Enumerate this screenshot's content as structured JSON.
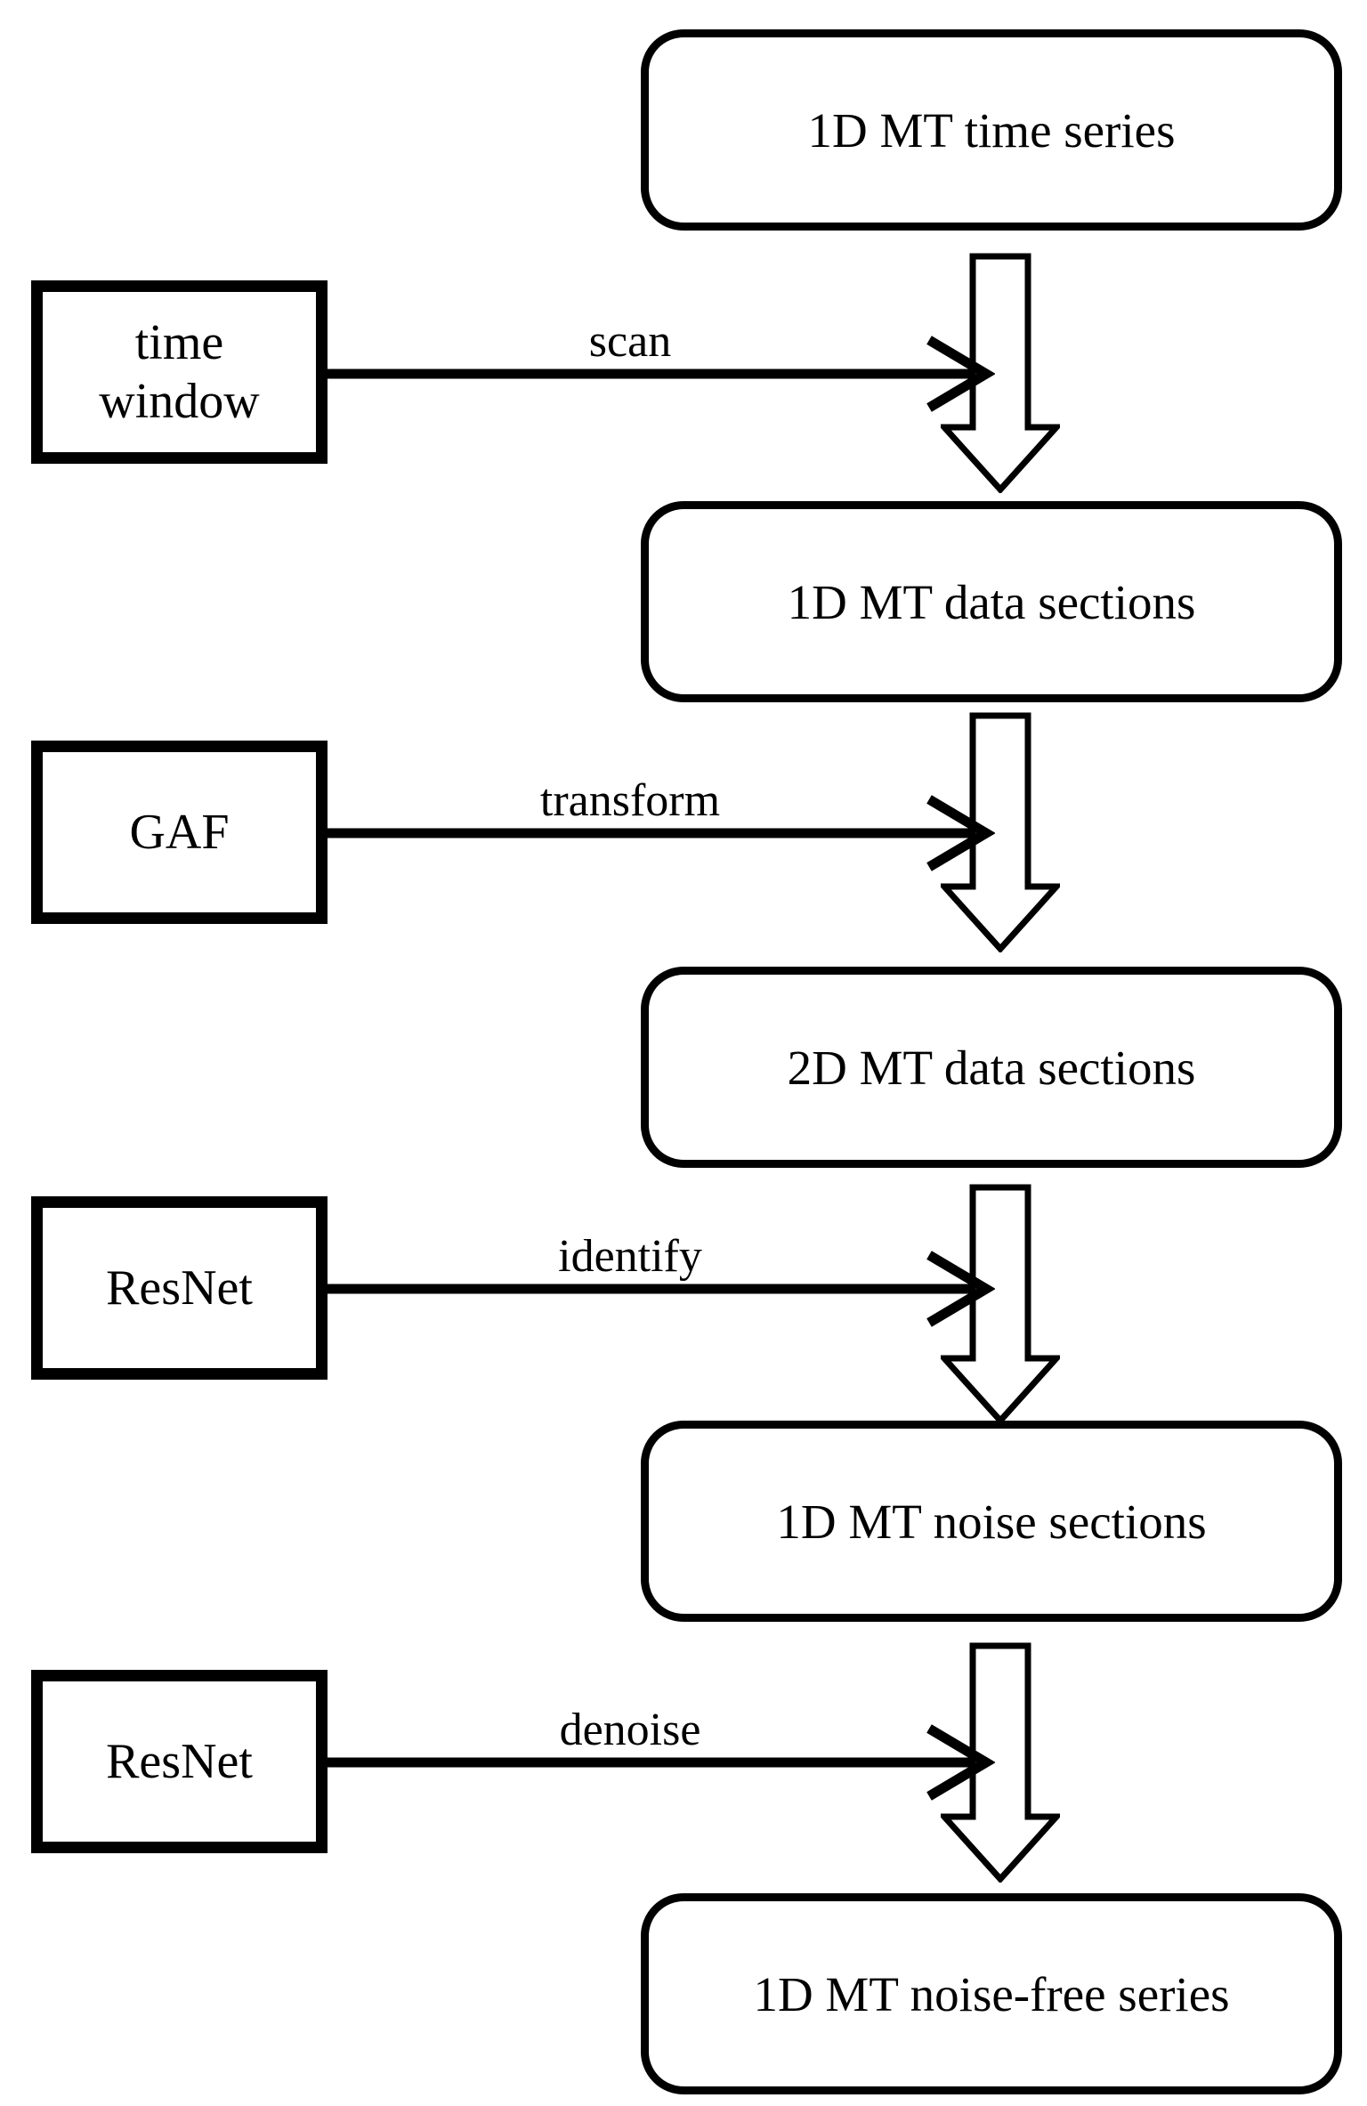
{
  "figure": {
    "type": "flowchart",
    "colors": {
      "background": "#ffffff",
      "line": "#000000",
      "shape_fill": "#ffffff"
    },
    "stages": [
      {
        "label": "1D MT time series"
      },
      {
        "label": "1D MT data sections"
      },
      {
        "label": "2D MT data sections"
      },
      {
        "label": "1D MT noise sections"
      },
      {
        "label": "1D MT noise-free series"
      }
    ],
    "operations": [
      {
        "tool": "time\nwindow",
        "action": "scan"
      },
      {
        "tool": "GAF",
        "action": "transform"
      },
      {
        "tool": "ResNet",
        "action": "identify"
      },
      {
        "tool": "ResNet",
        "action": "denoise"
      }
    ]
  }
}
